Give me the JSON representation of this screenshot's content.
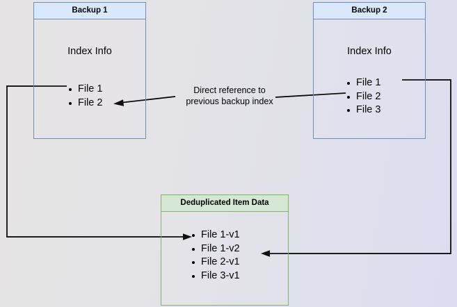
{
  "diagram": {
    "title_hidden": "",
    "colors": {
      "blue_border": "#6c8ebf",
      "blue_header_fill": "#dae8fc",
      "green_border": "#82b366",
      "green_header_fill": "#d5e8d4",
      "edge": "#000000",
      "background_left": "#e6e4e4",
      "background_right": "#dcdef0"
    },
    "nodes": {
      "backup1": {
        "header": "Backup 1",
        "section_label": "Index Info",
        "items": [
          "File 1",
          "File 2"
        ]
      },
      "backup2": {
        "header": "Backup 2",
        "section_label": "Index Info",
        "items": [
          "File 1",
          "File 2",
          "File 3"
        ]
      },
      "dedup": {
        "header": "Deduplicated Item Data",
        "items": [
          "File 1-v1",
          "File 1-v2",
          "File 2-v1",
          "File 3-v1"
        ]
      }
    },
    "annotations": {
      "direct_reference": "Direct reference to\nprevious backup index"
    },
    "edges": [
      {
        "name": "backup2-index-to-backup1-index",
        "label": "Direct reference to previous backup index",
        "from": "backup2.items.File 2",
        "to": "backup1.items.File 2",
        "arrowhead": "to"
      },
      {
        "name": "backup1-file1-to-dedup",
        "from": "backup1.items.File 1",
        "to": "dedup.items.File 1-v1",
        "arrowhead": "to"
      },
      {
        "name": "backup2-file1-to-dedup",
        "from": "backup2.items.File 1",
        "to": "dedup.items.File 1-v2",
        "arrowhead": "to"
      }
    ]
  }
}
